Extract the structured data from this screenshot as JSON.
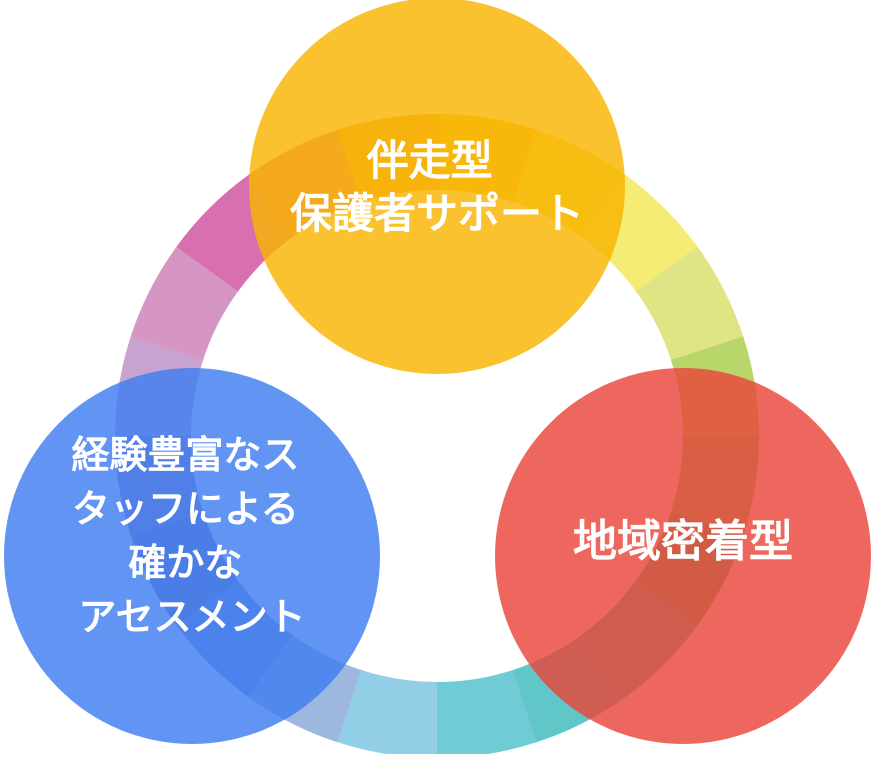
{
  "diagram": {
    "circles": [
      {
        "id": "top",
        "lines": [
          "伴走型",
          "保護者サポート"
        ],
        "color": "#f8b500"
      },
      {
        "id": "right",
        "lines": [
          "地域密着型"
        ],
        "color": "#e9463a"
      },
      {
        "id": "left",
        "lines": [
          "経験豊富なス",
          "タッフによる",
          "確かな",
          "アセスメント"
        ],
        "color": "#3f7ef0"
      }
    ],
    "ring_colors": [
      "#f6c53a",
      "#f7e060",
      "#f4ec74",
      "#dfe584",
      "#b9d66a",
      "#8fcc70",
      "#6cbe7c",
      "#5bbfa2",
      "#61c6c8",
      "#6fcbd6",
      "#92cfe6",
      "#9db7df",
      "#8596cf",
      "#7f79b8",
      "#9a86c2",
      "#c9a3cf",
      "#d596c4",
      "#d86fb0",
      "#e27b8f",
      "#f3a43e"
    ]
  }
}
